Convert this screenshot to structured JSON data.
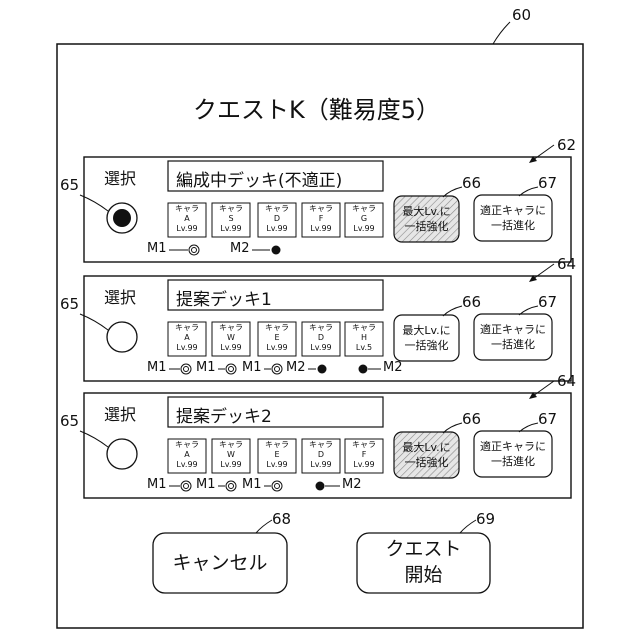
{
  "screen": {
    "ref": "60",
    "title": "クエストK（難易度5）"
  },
  "panels": [
    {
      "ref_panel": "62",
      "ref_select": "65",
      "ref_max_button": "66",
      "ref_evolve_button": "67",
      "select_label": "選択",
      "selected": true,
      "deck_name": "編成中デッキ(不適正)",
      "max_button": "最大Lv.に\n一括強化",
      "max_button_disabled": true,
      "evolve_button": "適正キャラに\n一括進化",
      "chars": [
        {
          "type": "キャラ",
          "id": "A",
          "level": "Lv.99"
        },
        {
          "type": "キャラ",
          "id": "S",
          "level": "Lv.99"
        },
        {
          "type": "キャラ",
          "id": "D",
          "level": "Lv.99"
        },
        {
          "type": "キャラ",
          "id": "F",
          "level": "Lv.99"
        },
        {
          "type": "キャラ",
          "id": "G",
          "level": "Lv.99"
        }
      ],
      "markers": [
        {
          "text": "M1",
          "type": "double"
        },
        {
          "text": "M2",
          "type": "filled"
        }
      ]
    },
    {
      "ref_panel": "64",
      "ref_select": "65",
      "ref_max_button": "66",
      "ref_evolve_button": "67",
      "select_label": "選択",
      "selected": false,
      "deck_name": "提案デッキ1",
      "max_button": "最大Lv.に\n一括強化",
      "max_button_disabled": false,
      "evolve_button": "適正キャラに\n一括進化",
      "chars": [
        {
          "type": "キャラ",
          "id": "A",
          "level": "Lv.99"
        },
        {
          "type": "キャラ",
          "id": "W",
          "level": "Lv.99"
        },
        {
          "type": "キャラ",
          "id": "E",
          "level": "Lv.99"
        },
        {
          "type": "キャラ",
          "id": "D",
          "level": "Lv.99"
        },
        {
          "type": "キャラ",
          "id": "H",
          "level": "Lv.5"
        }
      ],
      "markers": [
        {
          "text": "M1",
          "type": "double"
        },
        {
          "text": "M1",
          "type": "double"
        },
        {
          "text": "M1",
          "type": "double"
        },
        {
          "text": "M2",
          "type": "filled"
        },
        {
          "text": "M2",
          "type": "filled"
        }
      ]
    },
    {
      "ref_panel": "64",
      "ref_select": "65",
      "ref_max_button": "66",
      "ref_evolve_button": "67",
      "select_label": "選択",
      "selected": false,
      "deck_name": "提案デッキ2",
      "max_button": "最大Lv.に\n一括強化",
      "max_button_disabled": true,
      "evolve_button": "適正キャラに\n一括進化",
      "chars": [
        {
          "type": "キャラ",
          "id": "A",
          "level": "Lv.99"
        },
        {
          "type": "キャラ",
          "id": "W",
          "level": "Lv.99"
        },
        {
          "type": "キャラ",
          "id": "E",
          "level": "Lv.99"
        },
        {
          "type": "キャラ",
          "id": "D",
          "level": "Lv.99"
        },
        {
          "type": "キャラ",
          "id": "F",
          "level": "Lv.99"
        }
      ],
      "markers": [
        {
          "text": "M1",
          "type": "double"
        },
        {
          "text": "M1",
          "type": "double"
        },
        {
          "text": "M1",
          "type": "double"
        },
        {
          "text": "M2",
          "type": "filled"
        }
      ]
    }
  ],
  "cancel_button": {
    "ref": "68",
    "label": "キャンセル"
  },
  "start_button": {
    "ref": "69",
    "label": "クエスト\n開始"
  }
}
